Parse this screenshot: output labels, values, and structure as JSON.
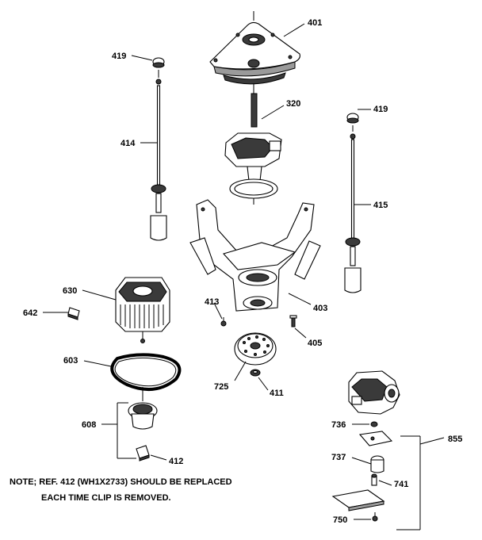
{
  "diagram": {
    "labels": {
      "l401": "401",
      "l419a": "419",
      "l419b": "419",
      "l320": "320",
      "l414": "414",
      "l415": "415",
      "l630": "630",
      "l642": "642",
      "l413": "413",
      "l403": "403",
      "l405": "405",
      "l603": "603",
      "l725": "725",
      "l411": "411",
      "l608": "608",
      "l412": "412",
      "l736": "736",
      "l855": "855",
      "l737": "737",
      "l741": "741",
      "l750": "750"
    },
    "note": {
      "line1": "NOTE; REF. 412 (WH1X2733) SHOULD BE REPLACED",
      "line2": "EACH TIME CLIP IS REMOVED."
    }
  }
}
